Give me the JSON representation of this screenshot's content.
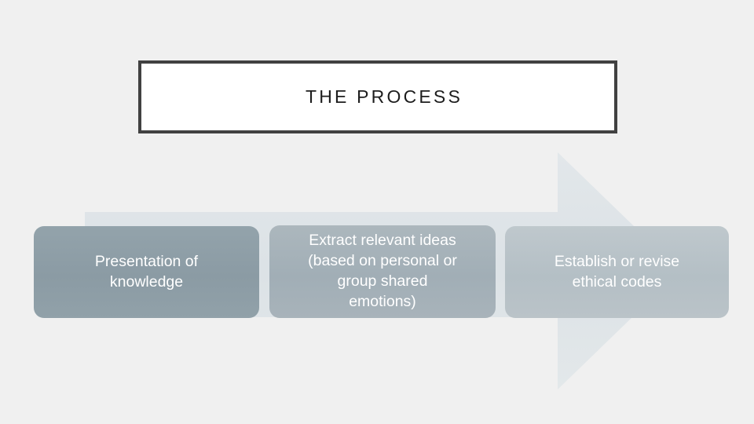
{
  "slide": {
    "background_color": "#f0f0f0",
    "title": {
      "text": "THE PROCESS",
      "border_color": "#414141",
      "fill_color": "#ffffff",
      "text_color": "#1d1d1d"
    },
    "arrow": {
      "name": "right-pointing-process-arrow",
      "fill_color": "#dde3e6"
    },
    "steps": [
      {
        "label": "Presentation of\nknowledge",
        "fill_color": "#8f9fa8",
        "text_color": "#ffffff"
      },
      {
        "label": "Extract relevant ideas\n(based on personal or\ngroup shared\nemotions)",
        "fill_color": "#a4b0b8",
        "text_color": "#ffffff"
      },
      {
        "label": "Establish or revise\nethical codes",
        "fill_color": "#b7c1c6",
        "text_color": "#ffffff"
      }
    ]
  }
}
